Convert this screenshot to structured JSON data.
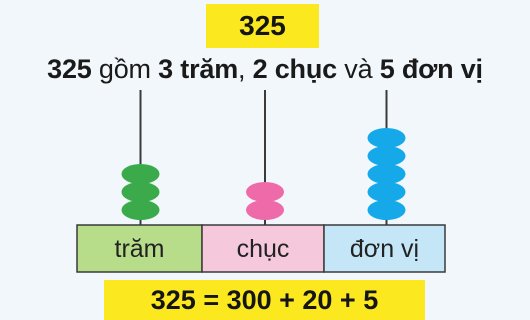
{
  "title": "325",
  "sentence": {
    "number": "325",
    "w1": "gồm",
    "hundreds_text": "3 trăm",
    "comma": ",",
    "tens_text": "2 chục",
    "w2": "và",
    "units_text": "5 đơn vị"
  },
  "equation": "325 = 300 + 20 + 5",
  "columns": [
    {
      "label": "trăm",
      "beads": 3,
      "bead_color": "#3aaa4a",
      "cell_color": "#b7dd8b"
    },
    {
      "label": "chục",
      "beads": 2,
      "bead_color": "#ee6aa9",
      "cell_color": "#f5c8dc"
    },
    {
      "label": "đơn vị",
      "beads": 5,
      "bead_color": "#15a9ea",
      "cell_color": "#c4e6f7"
    }
  ]
}
